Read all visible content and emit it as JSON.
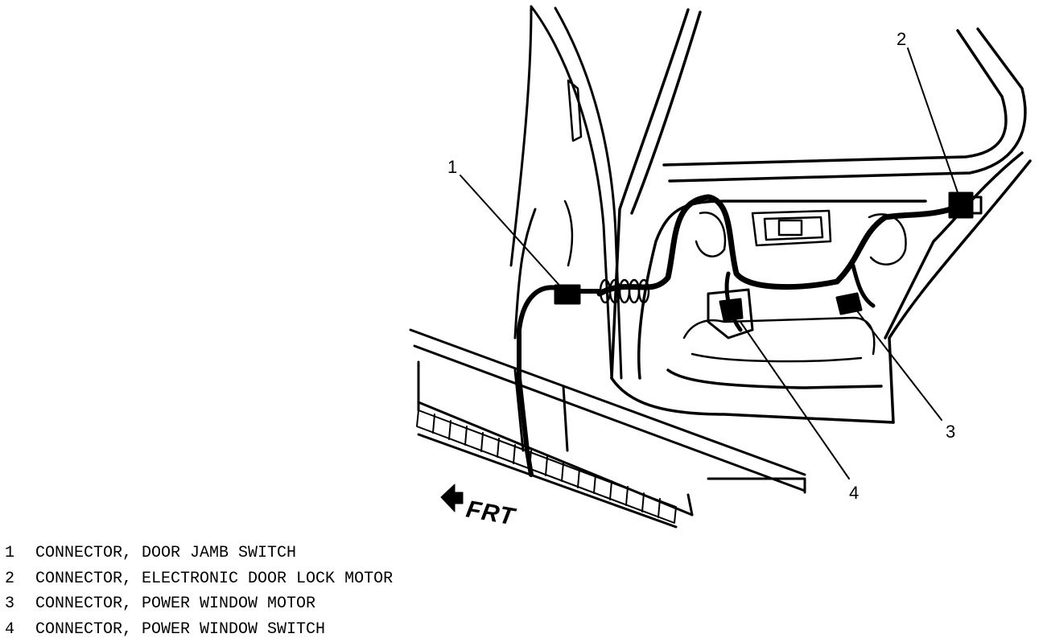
{
  "diagram": {
    "callouts": [
      "1",
      "2",
      "3",
      "4"
    ],
    "direction_label": "FRT"
  },
  "legend": [
    {
      "number": "1",
      "text": "CONNECTOR, DOOR JAMB SWITCH"
    },
    {
      "number": "2",
      "text": "CONNECTOR, ELECTRONIC DOOR LOCK MOTOR"
    },
    {
      "number": "3",
      "text": "CONNECTOR, POWER WINDOW MOTOR"
    },
    {
      "number": "4",
      "text": "CONNECTOR, POWER WINDOW SWITCH"
    }
  ]
}
